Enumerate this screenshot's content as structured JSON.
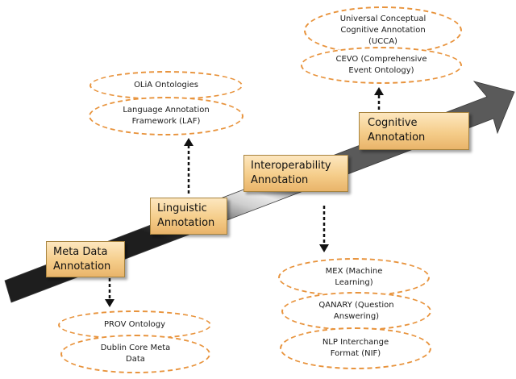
{
  "stages": [
    {
      "id": "meta",
      "lines": [
        "Meta Data",
        "Annotation"
      ]
    },
    {
      "id": "linguistic",
      "lines": [
        "Linguistic",
        "Annotation"
      ]
    },
    {
      "id": "interop",
      "lines": [
        "Interoperability",
        "Annotation"
      ]
    },
    {
      "id": "cognitive",
      "lines": [
        "Cognitive",
        "Annotation"
      ]
    }
  ],
  "resources": {
    "meta": [
      "PROV Ontology",
      "Dublin Core Meta\nData"
    ],
    "linguistic": [
      "OLiA Ontologies",
      "Language Annotation\nFramework (LAF)"
    ],
    "interop": [
      "MEX (Machine\nLearning)",
      "QANARY (Question\nAnswering)",
      "NLP Interchange\nFormat (NIF)"
    ],
    "cognitive": [
      "Universal Conceptual\nCognitive Annotation\n(UCCA)",
      "CEVO (Comprehensive\nEvent Ontology)"
    ]
  },
  "colors": {
    "box_fill_top": "#fde7bf",
    "box_fill_bottom": "#e9b46a",
    "box_border": "#a8843f",
    "ellipse_border": "#e8933c",
    "arrow_dark": "#2a2a2a",
    "arrow_light": "#d8d8d8"
  }
}
